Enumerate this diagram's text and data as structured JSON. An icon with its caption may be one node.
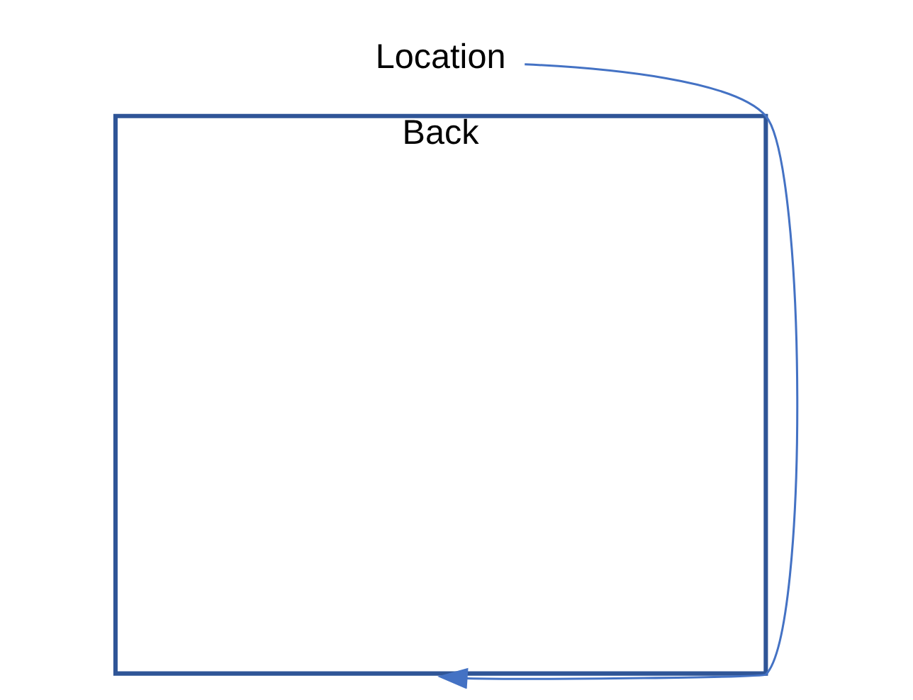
{
  "diagram": {
    "nodes": [
      {
        "text": [
          "Back"
        ]
      },
      {
        "text": [
          "Location"
        ]
      }
    ],
    "edges": [
      {
        "from": 1,
        "to": 0,
        "arrow": "to",
        "color": "#4472c4"
      }
    ]
  }
}
